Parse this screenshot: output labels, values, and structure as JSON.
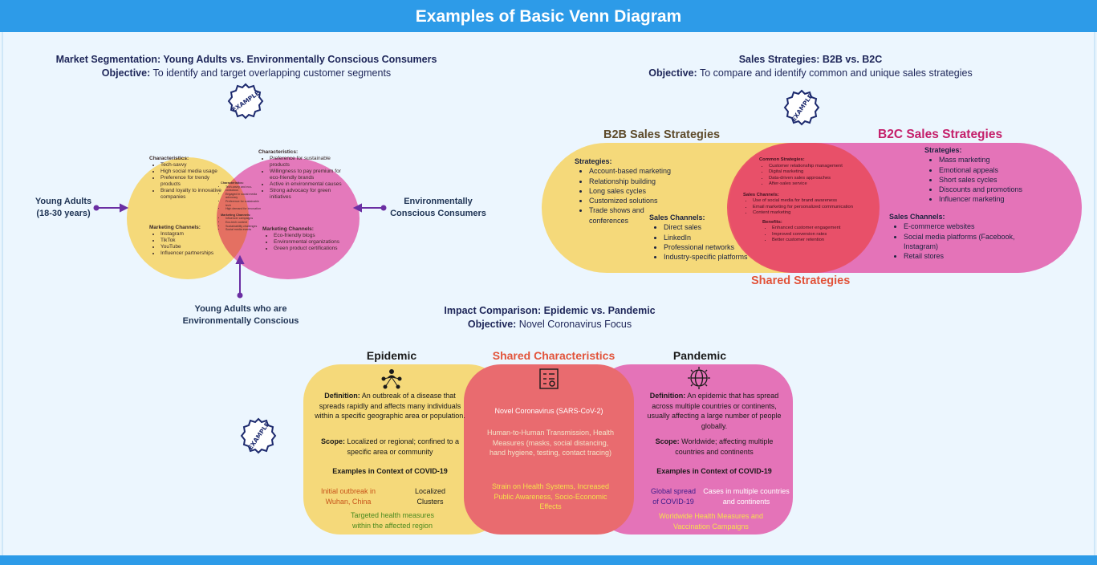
{
  "header": {
    "title": "Examples of Basic Venn Diagram"
  },
  "badge_text": "EXAMPLE",
  "market": {
    "title": "Market Segmentation: Young Adults vs. Environmentally Conscious Consumers",
    "objective_label": "Objective:",
    "objective_text": " To identify and target overlapping customer segments",
    "left_label_line1": "Young Adults",
    "left_label_line2": "(18-30 years)",
    "right_label_line1": "Environmentally",
    "right_label_line2": "Conscious Consumers",
    "bottom_label_line1": "Young Adults who are",
    "bottom_label_line2": "Environmentally Conscious",
    "left": {
      "char_title": "Characteristics:",
      "char_items": [
        "Tech-savvy",
        "High social media usage",
        "Preference for trendy products",
        "Brand loyalty to innovative companies"
      ],
      "mkt_title": "Marketing Channels:",
      "mkt_items": [
        "Instagram",
        "TikTok",
        "YouTube",
        "Influencer partnerships"
      ]
    },
    "right": {
      "char_title": "Characteristics:",
      "char_items": [
        "Preference for sustainable products",
        "Willingness to pay premium for eco-friendly brands",
        "Active in environmental causes",
        "Strong advocacy for green initiatives"
      ],
      "mkt_title": "Marketing Channels:",
      "mkt_items": [
        "Eco-friendly blogs",
        "Environmental organizations",
        "Green product certifications"
      ]
    },
    "overlap": {
      "char_title": "Characteristics:",
      "char_items": [
        "Tech-savvy and eco-conscious",
        "Engaged in social media advocacy",
        "Preference for sustainable tech",
        "High demand for innovation"
      ],
      "mkt_title": "Marketing Channels:",
      "mkt_items": [
        "Influencer campaigns",
        "Eco-tech content",
        "Sustainability challenges",
        "Social media events"
      ]
    }
  },
  "sales": {
    "title": "Sales Strategies: B2B vs. B2C",
    "objective_label": "Objective:",
    "objective_text": " To compare and identify common and unique sales strategies",
    "b2b_title": "B2B Sales Strategies",
    "b2c_title": "B2C Sales Strategies",
    "shared_title": "Shared Strategies",
    "b2b": {
      "strat_title": "Strategies:",
      "strat_items": [
        "Account-based marketing",
        "Relationship building",
        "Long sales cycles",
        "Customized solutions",
        "Trade shows and conferences"
      ],
      "chan_title": "Sales Channels:",
      "chan_items": [
        "Direct sales",
        "LinkedIn",
        "Professional networks",
        "Industry-specific platforms"
      ]
    },
    "b2c": {
      "strat_title": "Strategies:",
      "strat_items": [
        "Mass marketing",
        "Emotional appeals",
        "Short sales cycles",
        "Discounts and promotions",
        "Influencer marketing"
      ],
      "chan_title": "Sales Channels:",
      "chan_items": [
        "E-commerce websites",
        "Social media platforms (Facebook, Instagram)",
        "Retail stores"
      ]
    },
    "shared": {
      "strat_title": "Common Strategies:",
      "strat_items": [
        "Customer relationship management",
        "Digital marketing",
        "Data-driven sales approaches",
        "After-sales service"
      ],
      "chan_title": "Sales Channels:",
      "chan_items": [
        "Use of social media for brand awareness",
        "Email marketing for personalized communication",
        "Content marketing"
      ],
      "ben_title": "Benefits:",
      "ben_items": [
        "Enhanced customer engagement",
        "Improved conversion rates",
        "Better customer retention"
      ]
    }
  },
  "impact": {
    "title": "Impact Comparison: Epidemic vs. Pandemic",
    "objective_label": "Objective:",
    "objective_text": " Novel Coronavirus Focus",
    "epidemic_title": "Epidemic",
    "shared_title": "Shared Characteristics",
    "pandemic_title": "Pandemic",
    "epidemic": {
      "def_label": "Definition:",
      "def_text": " An outbreak of a disease that spreads rapidly and affects many individuals within a specific geographic area or population.",
      "scope_label": "Scope:",
      "scope_text": " Localized or regional; confined to a specific area or community",
      "examples_title": "Examples in Context of COVID-19",
      "ex1": "Initial outbreak in Wuhan, China",
      "ex2": "Localized Clusters",
      "ex3": "Targeted health measures within the affected region"
    },
    "shared": {
      "s1": "Novel Coronavirus (SARS-CoV-2)",
      "s2": "Human-to-Human Transmission, Health Measures (masks, social distancing, hand hygiene, testing, contact tracing)",
      "s3": "Strain on Health Systems, Increased Public Awareness, Socio-Economic Effects"
    },
    "pandemic": {
      "def_label": "Definition:",
      "def_text": " An epidemic that has spread across multiple countries or continents, usually affecting a large number of people globally.",
      "scope_label": "Scope:",
      "scope_text": " Worldwide; affecting multiple countries and continents",
      "examples_title": "Examples in Context of COVID-19",
      "ex1": "Global spread of COVID-19",
      "ex2": "Cases in multiple countries and continents",
      "ex3": "Worldwide Health Measures and Vaccination Campaigns"
    }
  },
  "colors": {
    "header": "#2d9be8",
    "yellow": "#f5d97a",
    "pink": "#e256a8",
    "shared_red": "#e96b6f",
    "arrow": "#6b2fa3",
    "b2c_title": "#c41e6a",
    "shared_title": "#e2533a"
  },
  "icons": [
    "example-badge-icon",
    "people-network-icon",
    "checklist-icon",
    "globe-virus-icon"
  ]
}
